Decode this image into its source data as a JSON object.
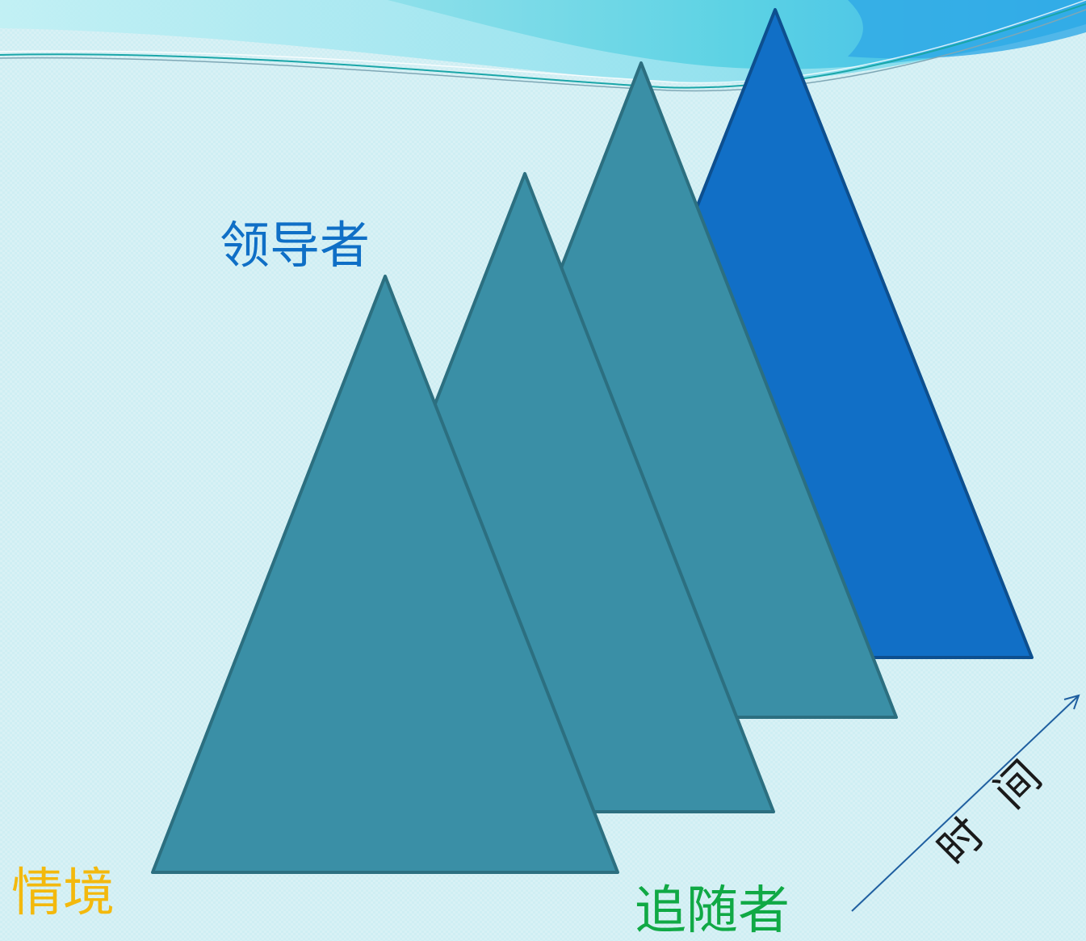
{
  "labels": {
    "leader": "领导者",
    "follower": "追随者",
    "situation": "情境",
    "time": "时间"
  },
  "colors": {
    "background": "#cfeef3",
    "triangle_teal": "#3a8fa6",
    "triangle_teal_edge": "#2c6f80",
    "triangle_blue": "#116fc6",
    "triangle_blue_edge": "#0d4f8f",
    "leader_text": "#0f6fc6",
    "follower_text": "#10a945",
    "situation_text": "#f3b90d",
    "time_arrow": "#1f5fa0"
  },
  "decoration": {
    "header": "wave-banner",
    "arrow_icon": "arrow-up-right-icon"
  }
}
